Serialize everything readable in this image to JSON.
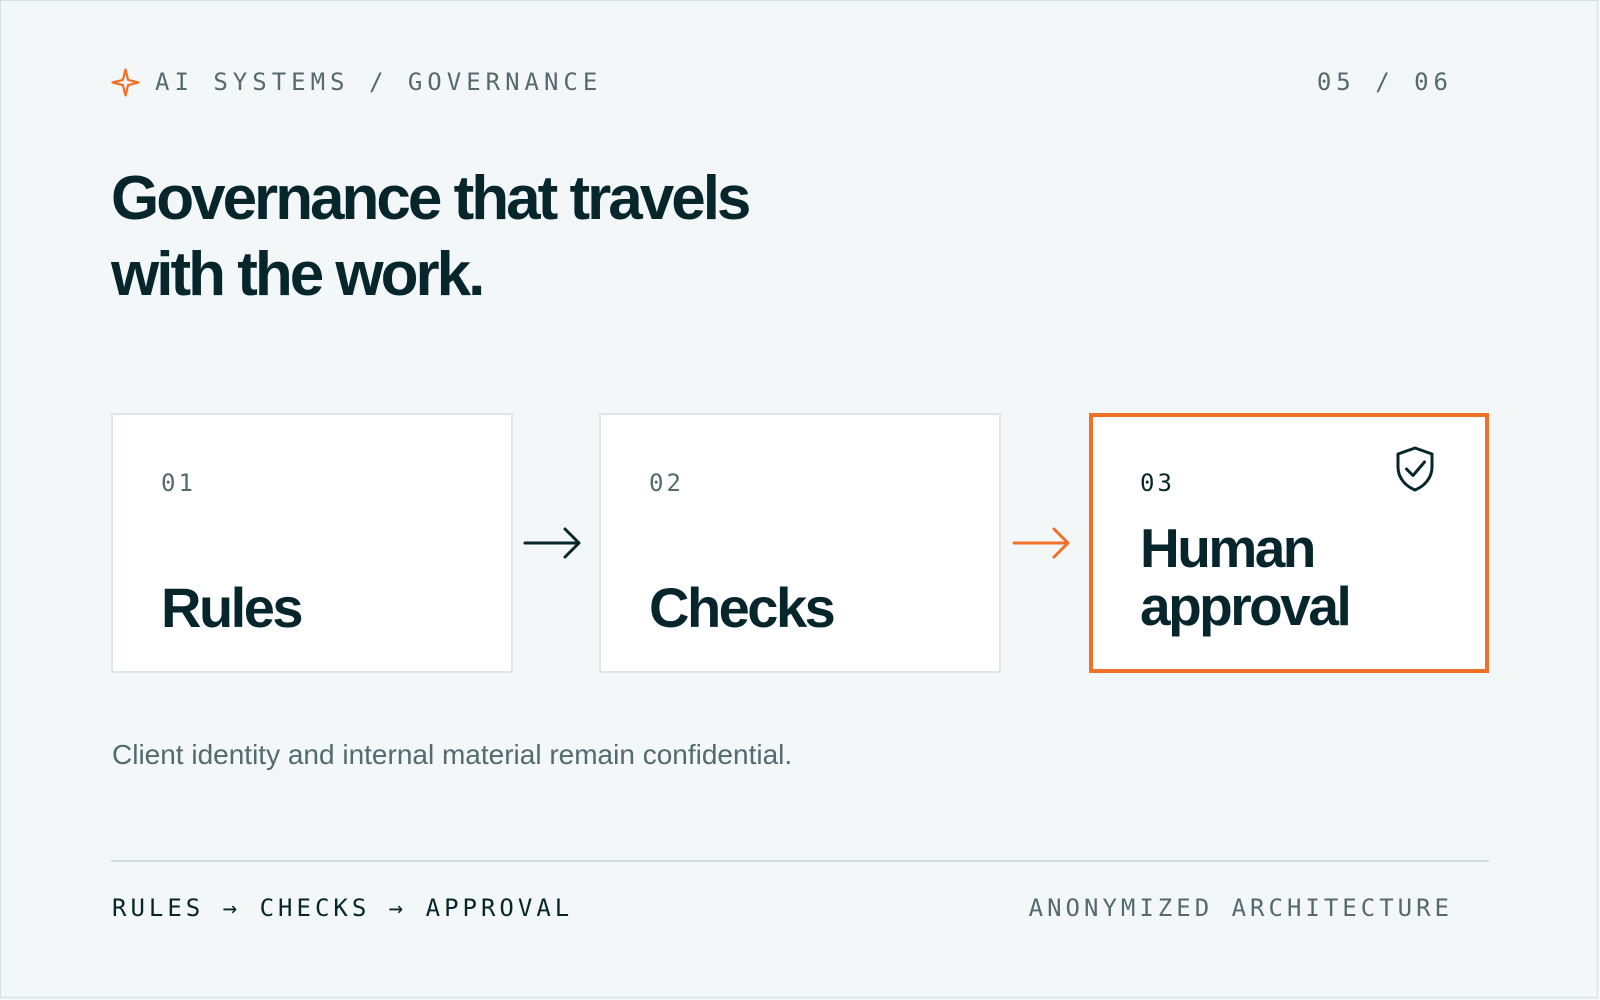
{
  "header": {
    "breadcrumb": "AI SYSTEMS / GOVERNANCE",
    "page_counter": "05 / 06",
    "accent_icon": "spark-icon"
  },
  "headline": {
    "line_1": "Governance that travels",
    "line_2": "with the work."
  },
  "steps": [
    {
      "number": "01",
      "title": "Rules"
    },
    {
      "number": "02",
      "title": "Checks"
    },
    {
      "number": "03",
      "title_line_1": "Human",
      "title_line_2": "approval",
      "icon": "shield-check-icon"
    }
  ],
  "caption": "Client identity and internal material remain confidential.",
  "footer": {
    "flow_summary": "RULES → CHECKS → APPROVAL",
    "note": "ANONYMIZED ARCHITECTURE"
  },
  "colors": {
    "background": "#f3f7f8",
    "ink": "#07262c",
    "muted": "#556a70",
    "card": "#ffffff",
    "card_border": "#dfe5e7",
    "accent": "#f07027"
  }
}
